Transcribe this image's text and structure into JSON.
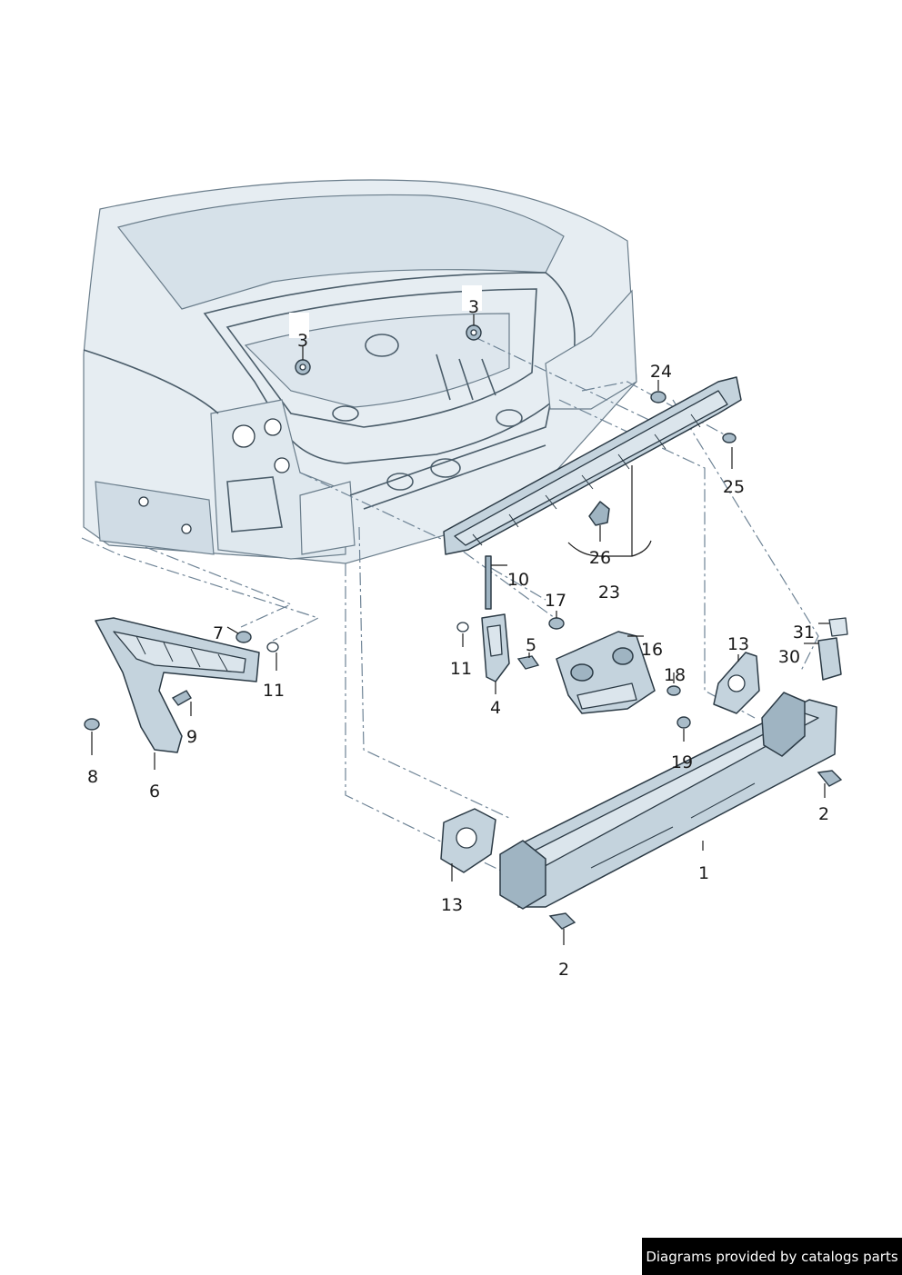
{
  "diagram": {
    "callouts": [
      {
        "id": "c3a",
        "text": "3"
      },
      {
        "id": "c3b",
        "text": "3"
      },
      {
        "id": "c24",
        "text": "24"
      },
      {
        "id": "c25",
        "text": "25"
      },
      {
        "id": "c26",
        "text": "26"
      },
      {
        "id": "c23",
        "text": "23"
      },
      {
        "id": "c10",
        "text": "10"
      },
      {
        "id": "c17",
        "text": "17"
      },
      {
        "id": "c16",
        "text": "16"
      },
      {
        "id": "c5",
        "text": "5"
      },
      {
        "id": "c11a",
        "text": "11"
      },
      {
        "id": "c4",
        "text": "4"
      },
      {
        "id": "c7",
        "text": "7"
      },
      {
        "id": "c11b",
        "text": "11"
      },
      {
        "id": "c9",
        "text": "9"
      },
      {
        "id": "c8",
        "text": "8"
      },
      {
        "id": "c6",
        "text": "6"
      },
      {
        "id": "c18",
        "text": "18"
      },
      {
        "id": "c19",
        "text": "19"
      },
      {
        "id": "c13a",
        "text": "13"
      },
      {
        "id": "c31",
        "text": "31"
      },
      {
        "id": "c30",
        "text": "30"
      },
      {
        "id": "c2a",
        "text": "2"
      },
      {
        "id": "c1",
        "text": "1"
      },
      {
        "id": "c13b",
        "text": "13"
      },
      {
        "id": "c2b",
        "text": "2"
      }
    ]
  },
  "footer": {
    "credit": "Diagrams provided by catalogs parts"
  }
}
